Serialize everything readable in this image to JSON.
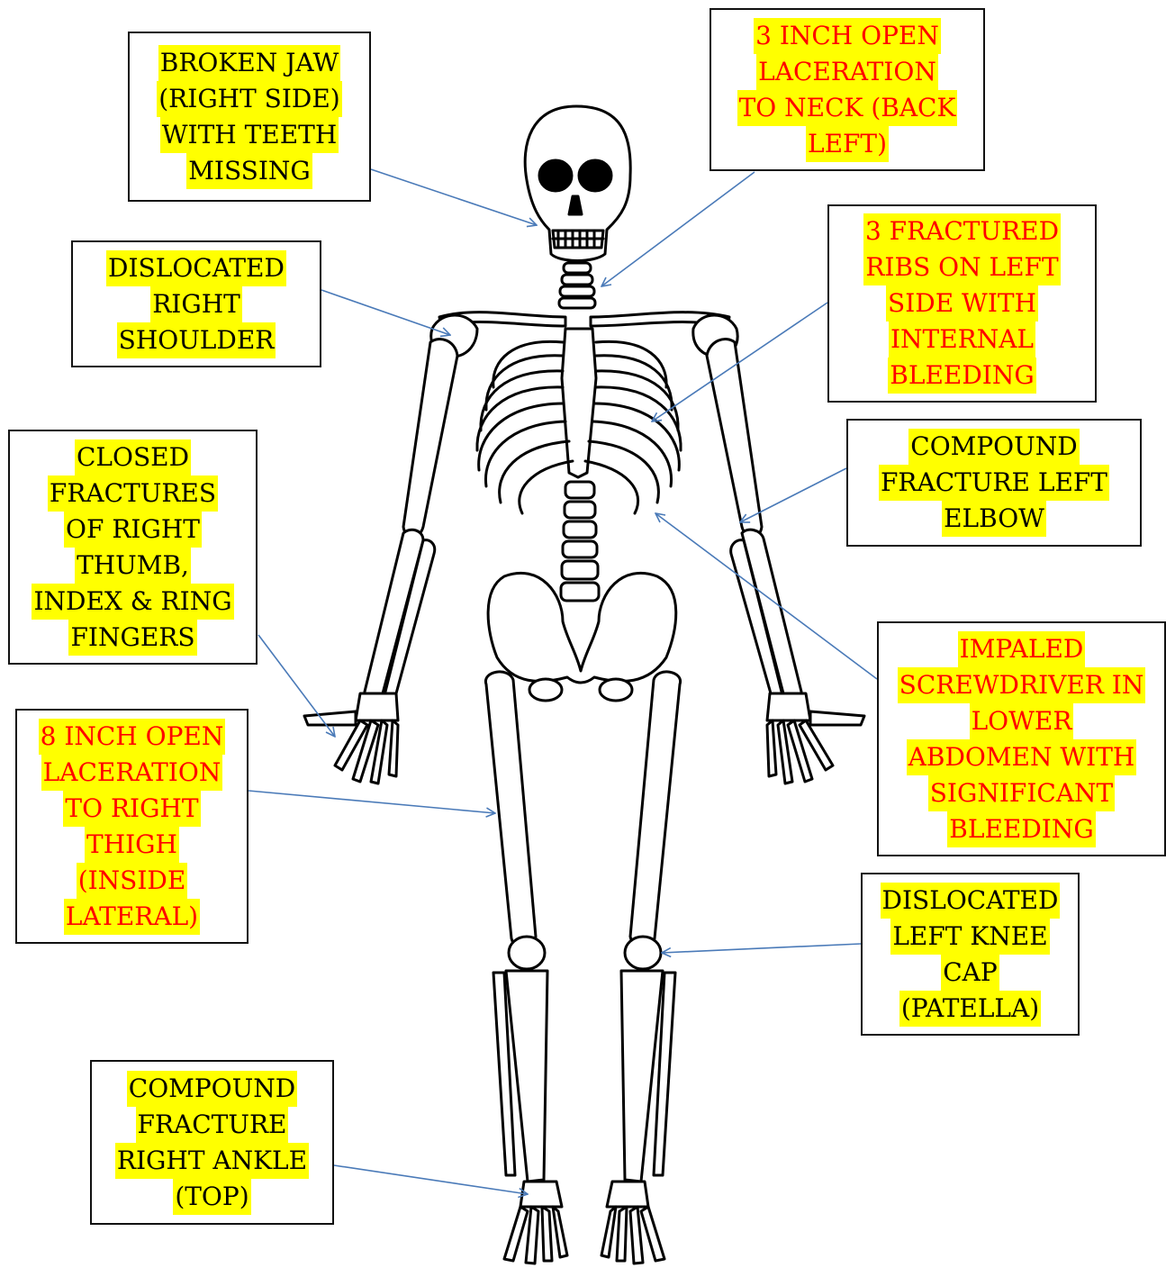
{
  "colors": {
    "highlight": "#ffff00",
    "text_black": "#000000",
    "text_red": "#ff0000",
    "arrow": "#4a7ab8",
    "box_border": "#111111",
    "bone_outline": "#000000"
  },
  "labels": [
    {
      "id": "broken-jaw",
      "color": "black",
      "lines": [
        "BROKEN JAW",
        "(RIGHT SIDE)",
        "WITH TEETH",
        "MISSING"
      ]
    },
    {
      "id": "neck-laceration",
      "color": "red",
      "lines": [
        "3 INCH OPEN",
        "LACERATION",
        "TO NECK (BACK",
        "LEFT)"
      ]
    },
    {
      "id": "dislocated-shoulder",
      "color": "black",
      "lines": [
        "DISLOCATED",
        "RIGHT",
        "SHOULDER"
      ]
    },
    {
      "id": "fractured-ribs",
      "color": "red",
      "lines": [
        "3 FRACTURED",
        "RIBS ON LEFT",
        "SIDE WITH",
        "INTERNAL",
        "BLEEDING"
      ]
    },
    {
      "id": "closed-fractures-fingers",
      "color": "black",
      "lines": [
        "CLOSED",
        "FRACTURES",
        "OF RIGHT",
        "THUMB,",
        "INDEX & RING",
        "FINGERS"
      ]
    },
    {
      "id": "compound-fracture-elbow",
      "color": "black",
      "lines": [
        "COMPOUND",
        "FRACTURE LEFT",
        "ELBOW"
      ]
    },
    {
      "id": "impaled-screwdriver",
      "color": "red",
      "lines": [
        "IMPALED",
        "SCREWDRIVER IN",
        "LOWER",
        "ABDOMEN WITH",
        "SIGNIFICANT",
        "BLEEDING"
      ]
    },
    {
      "id": "thigh-laceration",
      "color": "red",
      "lines": [
        "8 INCH OPEN",
        "LACERATION",
        "TO RIGHT",
        "THIGH",
        "(INSIDE",
        "LATERAL)"
      ]
    },
    {
      "id": "dislocated-knee",
      "color": "black",
      "lines": [
        "DISLOCATED",
        "LEFT KNEE",
        "CAP",
        "(PATELLA)"
      ]
    },
    {
      "id": "compound-fracture-ankle",
      "color": "black",
      "lines": [
        "COMPOUND",
        "FRACTURE",
        "RIGHT ANKLE",
        "(TOP)"
      ]
    }
  ]
}
